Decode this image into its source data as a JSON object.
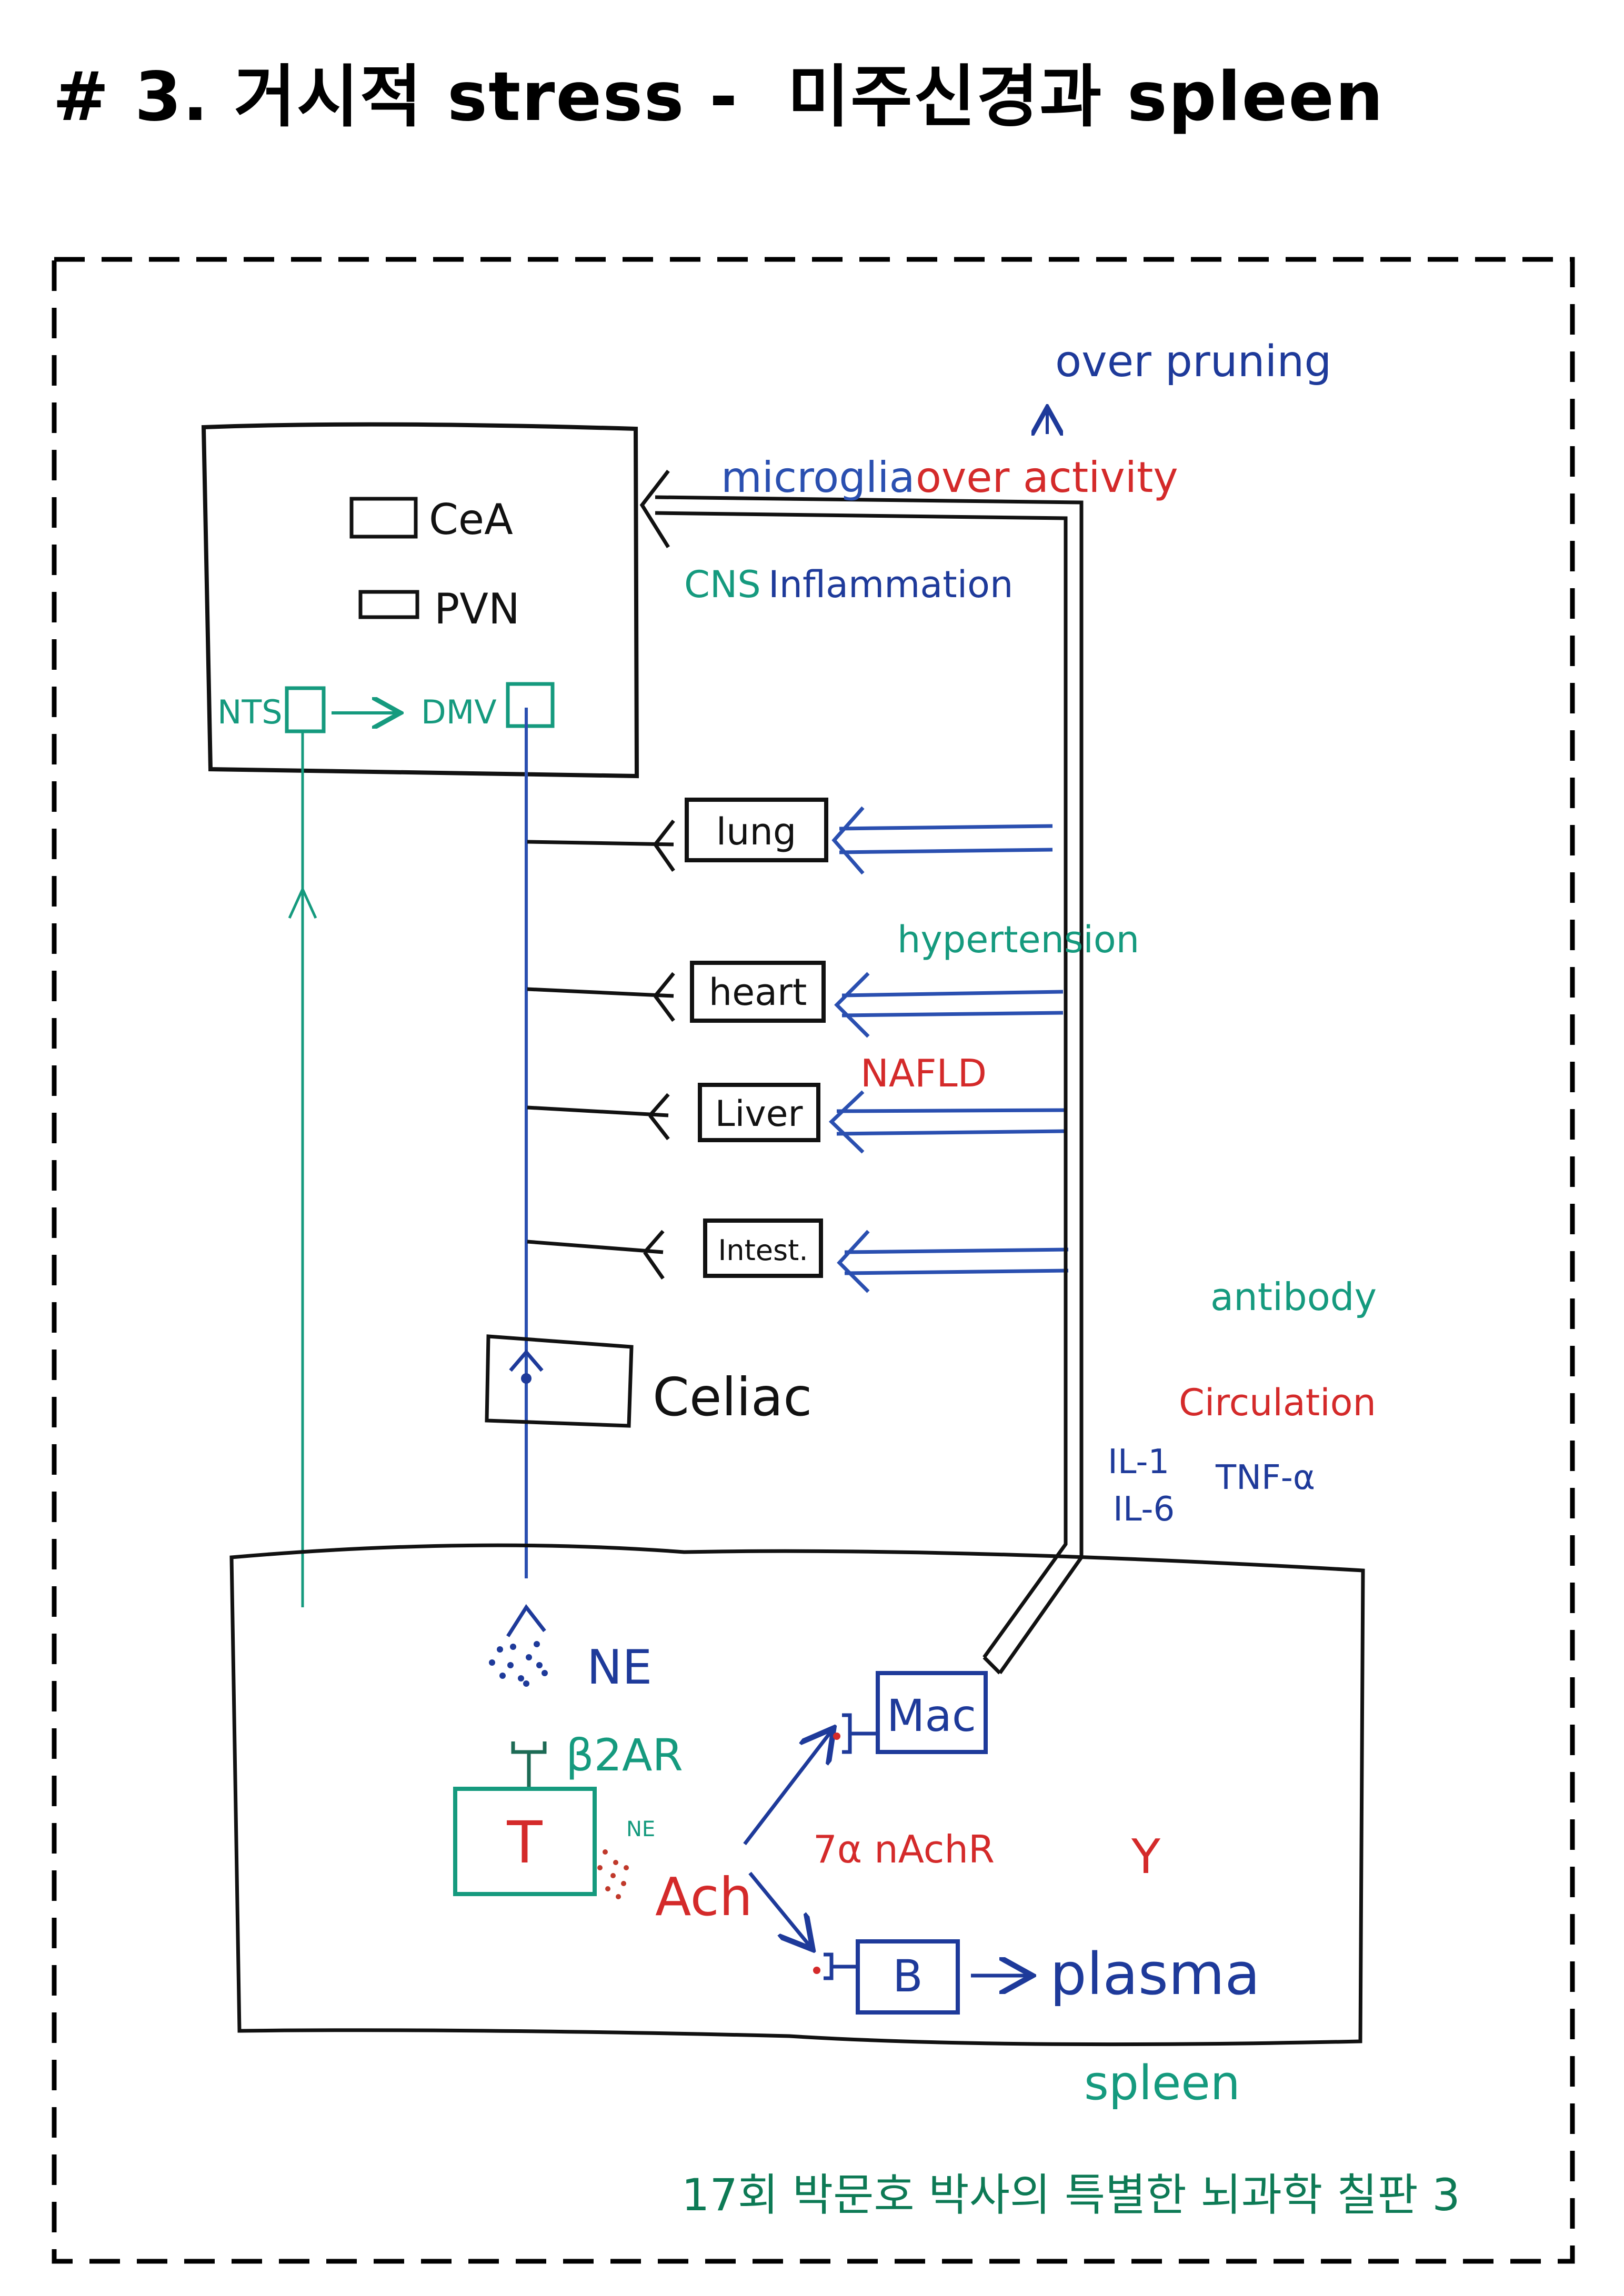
{
  "title": "# 3. 거시적 stress -  미주신경과 spleen",
  "footer": "17회 박문호 박사의 특별한 뇌과학 칠판 3",
  "colors": {
    "black": "#111111",
    "blue": "#1e3a9a",
    "light_blue": "#3a5fc0",
    "teal": "#159a7e",
    "red": "#d42a2a",
    "footer_green": "#0d7a55"
  },
  "brain": {
    "regions": [
      "CeA",
      "PVN"
    ],
    "nts_label": "NTS",
    "dmv_label": "DMV"
  },
  "annotations": {
    "over_pruning": "over pruning",
    "microglia": "microglia",
    "over_activity": "over activity",
    "cns": "CNS",
    "inflammation": "Inflammation",
    "hypertension": "hypertension",
    "nafld": "NAFLD",
    "antibody": "antibody",
    "circulation": "Circulation",
    "il1": "IL-1",
    "il6": "IL-6",
    "tnf": "TNF-α"
  },
  "organs": [
    {
      "name": "lung"
    },
    {
      "name": "heart"
    },
    {
      "name": "Liver"
    },
    {
      "name": "Intest."
    }
  ],
  "ganglion": {
    "label": "Celiac"
  },
  "spleen": {
    "label": "spleen",
    "ne": "NE",
    "receptor": "β2AR",
    "t_cell": "T",
    "ne_small": "NE",
    "ach": "Ach",
    "nachr": "7α nAchR",
    "mac": "Mac",
    "b_cell": "B",
    "plasma": "plasma",
    "antibody_glyph": "Y"
  }
}
